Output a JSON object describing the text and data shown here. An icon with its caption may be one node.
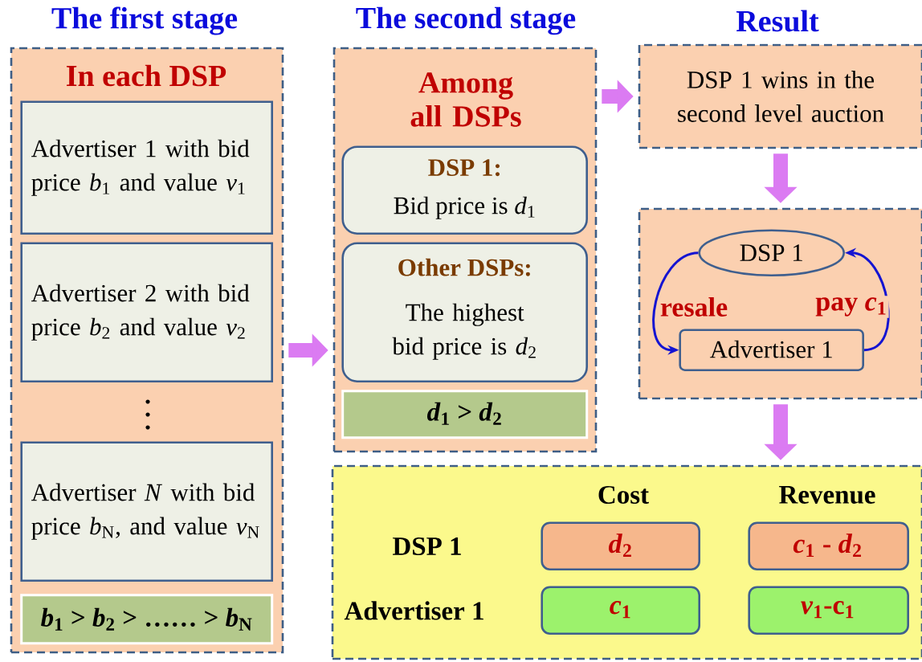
{
  "diagram": {
    "nodes": [
      {
        "text": [
          "The first stage",
          "In each DSP"
        ]
      },
      {
        "text": [
          "Advertiser 1 with bid price *b*$_{1}$ and value *v*$_{1}$"
        ],
        "in": 0
      },
      {
        "text": [
          "Advertiser 2 with bid price *b*$_{2}$  and value *v*$_{2}$"
        ],
        "in": 0
      },
      {
        "text": [
          "Advertiser *N* with bid price *b*$_{N}$, and value *v*$_{N}$"
        ],
        "in": 0
      },
      {
        "text": [
          "*b*$_{1}$ > *b*$_{2}$ > …… > *b*$_{N}$"
        ],
        "in": 0
      },
      {
        "text": [
          "The second stage",
          "Among all DSPs"
        ]
      },
      {
        "text": [
          "DSP 1:",
          "Bid price is *d*$_{1}$"
        ],
        "in": 5
      },
      {
        "text": [
          "Other DSPs:",
          "The highest bid price is *d*$_{2}$"
        ],
        "in": 5
      },
      {
        "text": [
          "*d*$_{1}$ > *d*$_{2}$"
        ],
        "in": 5
      },
      {
        "text": [
          "Result",
          "DSP 1 wins in the second level auction"
        ]
      },
      {
        "text": [],
        "shape": "box"
      },
      {
        "text": [
          "DSP 1"
        ],
        "in": 10
      },
      {
        "text": [
          "Advertiser 1"
        ],
        "in": 10
      },
      {
        "text": [
          "Cost",
          "Revenue",
          "DSP 1",
          "Advertiser 1"
        ]
      },
      {
        "text": [
          "*d*$_{2}$"
        ],
        "in": 13
      },
      {
        "text": [
          "*c*$_{1}$ - *d*$_{2}$"
        ],
        "in": 13
      },
      {
        "text": [
          "*c*$_{1}$"
        ],
        "in": 13
      },
      {
        "text": [
          "*v*$_{1}$-c$_{1}$"
        ],
        "in": 13
      }
    ],
    "edges": [
      {
        "from": 0,
        "to": 5,
        "arrow": "to"
      },
      {
        "from": 5,
        "to": 9,
        "arrow": "to"
      },
      {
        "from": 9,
        "to": 10,
        "arrow": "to"
      },
      {
        "from": 10,
        "to": 13,
        "arrow": "to"
      },
      {
        "from": 11,
        "to": 12,
        "arrow": "to",
        "label": "resale",
        "color": "#1414d2"
      },
      {
        "from": 12,
        "to": 11,
        "arrow": "to",
        "label": "pay *c*$_{1}$",
        "color": "#1414d2"
      }
    ]
  }
}
